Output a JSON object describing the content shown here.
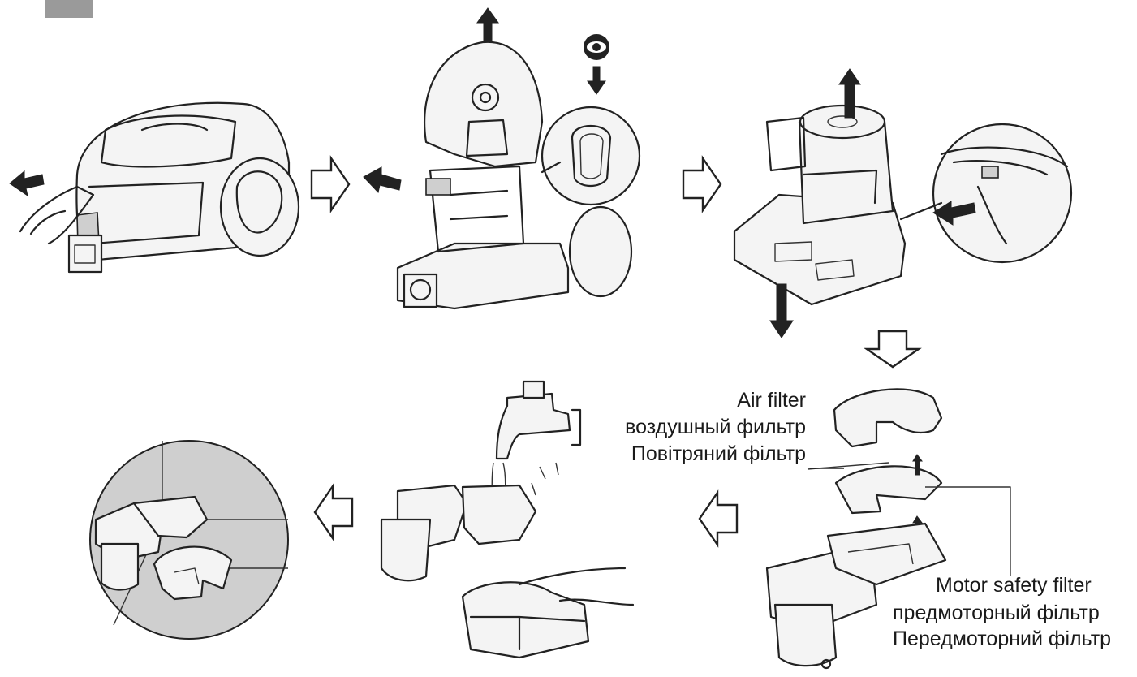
{
  "labels": {
    "air_filter": {
      "en": "Air filter",
      "ru": "воздушный фильтр",
      "uk": "Повітряний фільтр"
    },
    "motor_filter": {
      "en": "Motor safety filter",
      "ru": "предмоторный фільтр",
      "uk": "Передмоторний фільтр"
    }
  },
  "icons": [
    "eye-icon",
    "arrow-up-icon",
    "arrow-down-icon",
    "arrow-left-icon",
    "arrow-right-icon",
    "hollow-arrow-right-icon",
    "hollow-arrow-down-icon",
    "hollow-arrow-left-icon"
  ],
  "colors": {
    "ink": "#222222",
    "background": "#ffffff",
    "shade": "#cfcfcf",
    "tab": "#9a9a9a"
  }
}
